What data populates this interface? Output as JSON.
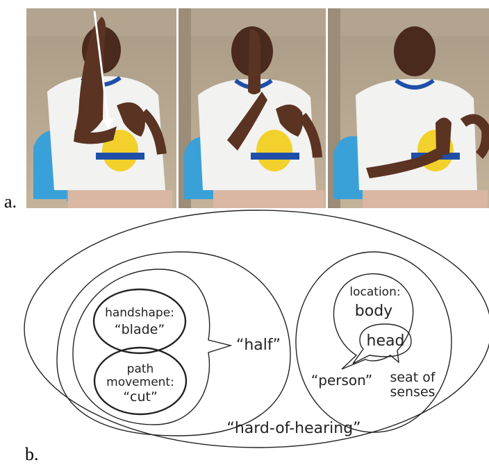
{
  "labels": {
    "a": "a.",
    "b": "b."
  },
  "photos": [
    {
      "name": "frame-1",
      "annotation": "downward-arrow"
    },
    {
      "name": "frame-2"
    },
    {
      "name": "frame-3"
    }
  ],
  "diagram": {
    "handshape_label": "handshape:",
    "handshape_value": "“blade”",
    "path_label_1": "path",
    "path_label_2": "movement:",
    "path_value": "“cut”",
    "half": "“half”",
    "location_label": "location:",
    "location_value": "body",
    "head": "head",
    "person": "“person”",
    "seat_1": "seat of",
    "seat_2": "senses",
    "hard_of_hearing": "“hard-of-hearing”"
  }
}
